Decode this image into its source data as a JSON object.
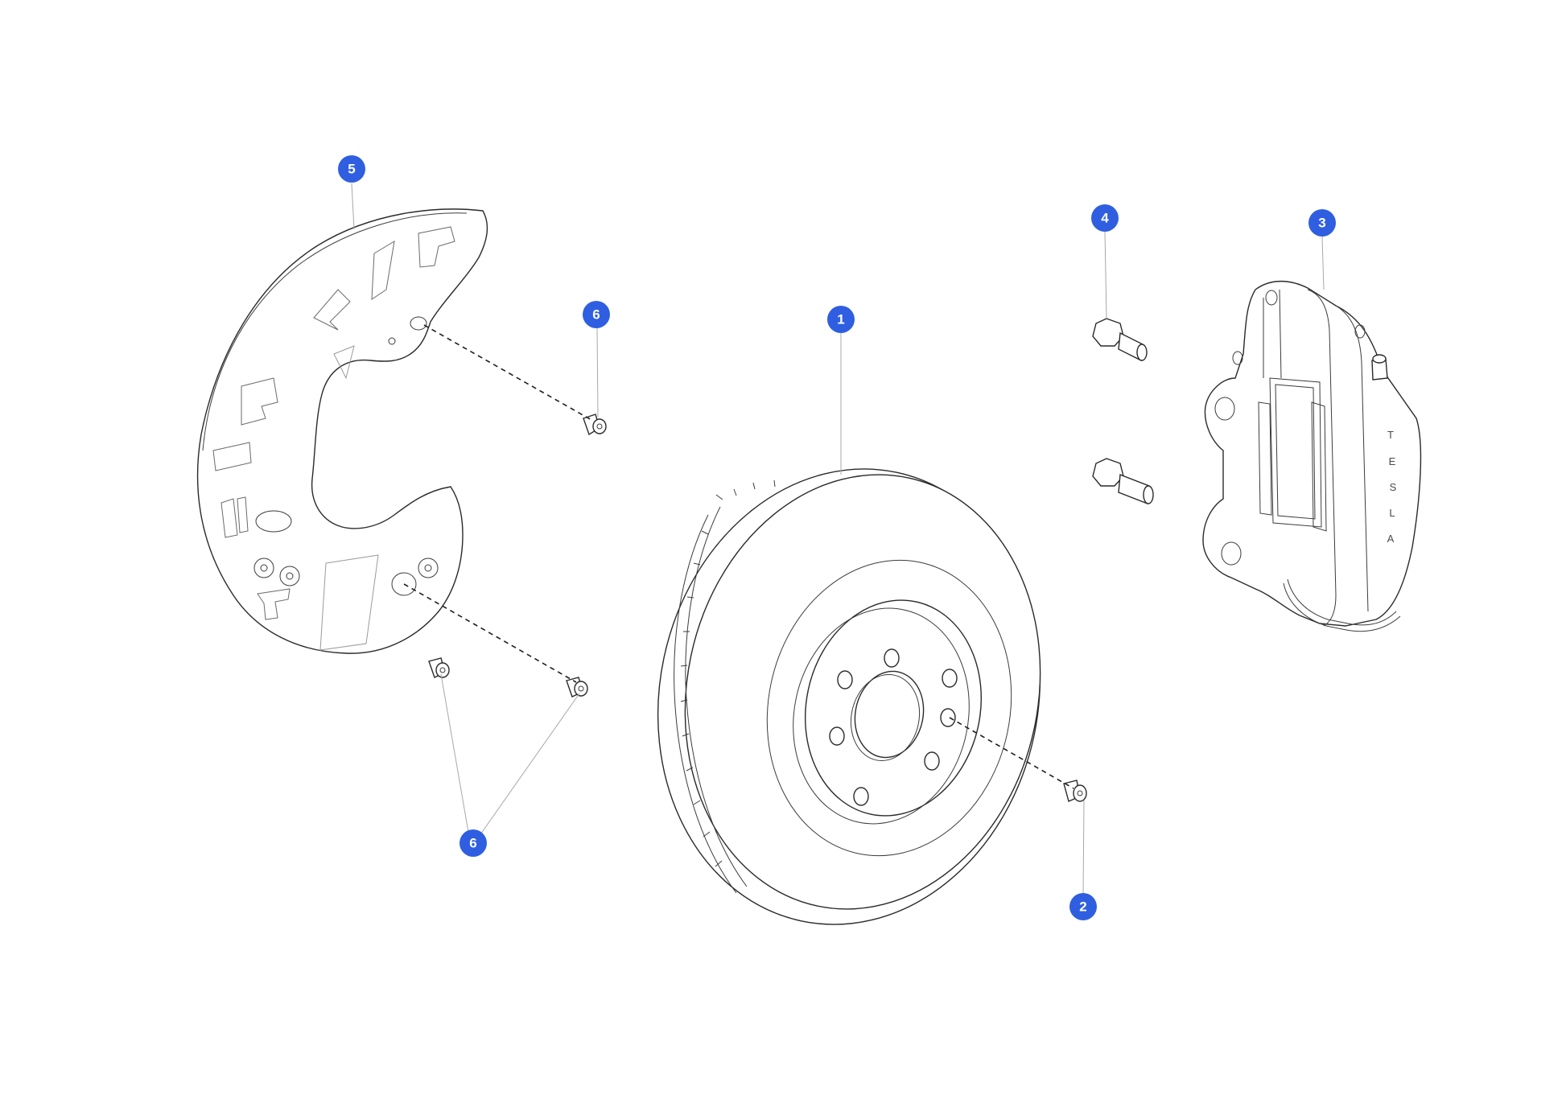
{
  "colors": {
    "callout_fill": "#2f5fe0",
    "callout_text": "#ffffff",
    "line_art": "#2a2a2a",
    "leader_line": "#a8a8a8",
    "background": "#ffffff"
  },
  "callouts": [
    {
      "label": "5",
      "part": "brake dust shield"
    },
    {
      "label": "6",
      "part": "dust shield bolt (upper)"
    },
    {
      "label": "6",
      "part": "dust shield bolts (lower)"
    },
    {
      "label": "1",
      "part": "brake rotor"
    },
    {
      "label": "2",
      "part": "rotor retaining screw"
    },
    {
      "label": "4",
      "part": "caliper mounting bolt"
    },
    {
      "label": "3",
      "part": "brake caliper"
    }
  ],
  "caliper_logo": "TESLA"
}
